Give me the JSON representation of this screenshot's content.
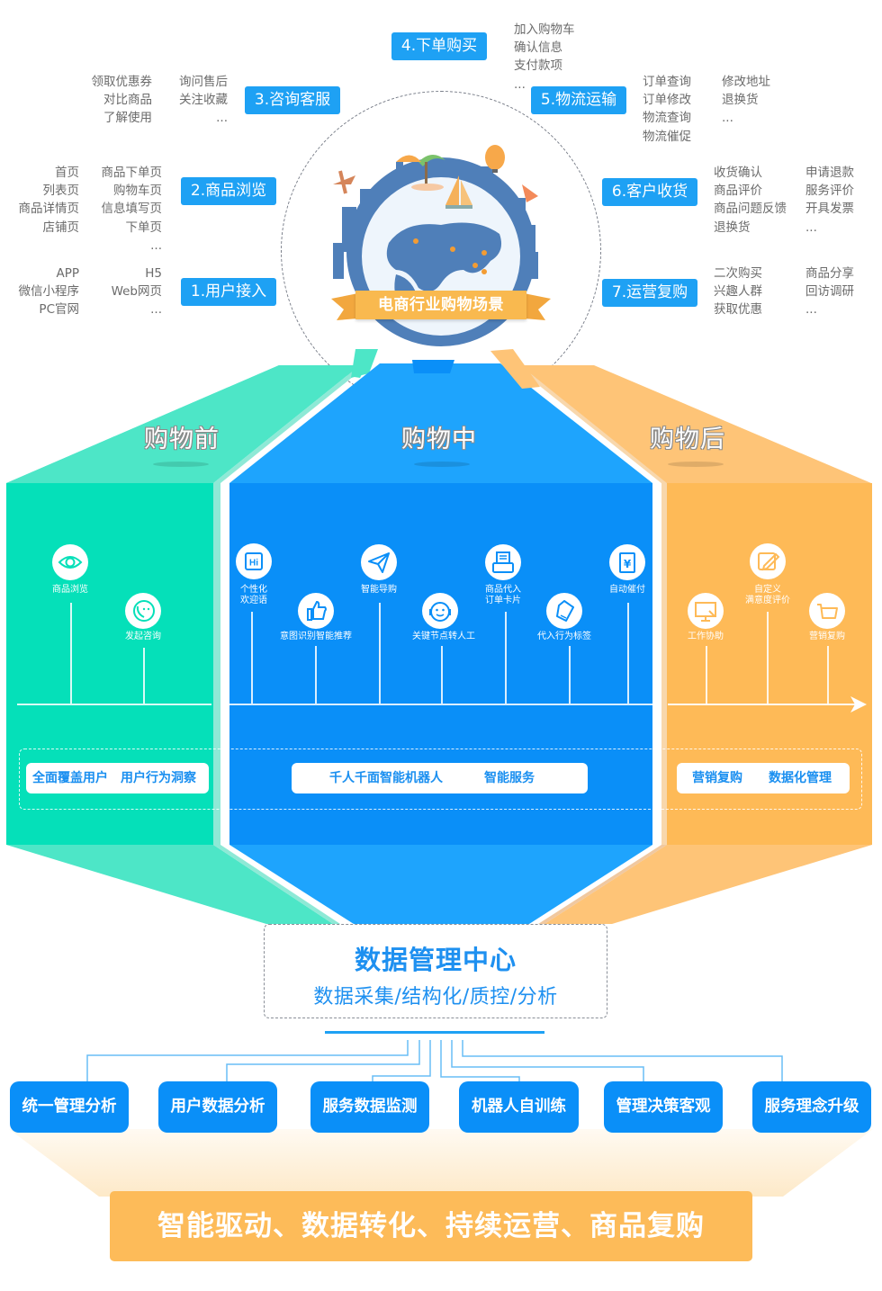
{
  "globe": {
    "banner": "电商行业购物场景"
  },
  "steps": [
    {
      "label": "1.用户接入",
      "col_a": [
        "APP",
        "微信小程序",
        "PC官网"
      ],
      "col_b": [
        "H5",
        "Web网页",
        "..."
      ]
    },
    {
      "label": "2.商品浏览",
      "col_a": [
        "首页",
        "列表页",
        "商品详情页",
        "店铺页"
      ],
      "col_b": [
        "商品下单页",
        "购物车页",
        "信息填写页",
        "下单页",
        "..."
      ]
    },
    {
      "label": "3.咨询客服",
      "col_a": [
        "领取优惠券",
        "对比商品",
        "了解使用"
      ],
      "col_b": [
        "询问售后",
        "关注收藏",
        "..."
      ]
    },
    {
      "label": "4.下单购买",
      "col_a": [
        "加入购物车",
        "确认信息",
        "支付款项",
        "..."
      ]
    },
    {
      "label": "5.物流运输",
      "col_a": [
        "订单查询",
        "订单修改",
        "物流查询",
        "物流催促"
      ],
      "col_b": [
        "修改地址",
        "退换货",
        "..."
      ]
    },
    {
      "label": "6.客户收货",
      "col_a": [
        "收货确认",
        "商品评价",
        "商品问题反馈",
        "退换货"
      ],
      "col_b": [
        "申请退款",
        "服务评价",
        "开具发票",
        "..."
      ]
    },
    {
      "label": "7.运营复购",
      "col_a": [
        "二次购买",
        "兴趣人群",
        "获取优惠"
      ],
      "col_b": [
        "商品分享",
        "回访调研",
        "..."
      ]
    }
  ],
  "sections": [
    {
      "title": "购物前",
      "color": "#05e0b9",
      "nodes": [
        {
          "icon": "eye-icon",
          "label": "商品浏览"
        },
        {
          "icon": "phone-chat-icon",
          "label": "发起咨询"
        }
      ],
      "pill": [
        "全面覆盖用户",
        "用户行为洞察"
      ]
    },
    {
      "title": "购物中",
      "color": "#0a8ff8",
      "nodes": [
        {
          "icon": "hi-icon",
          "label": "个性化\n欢迎语"
        },
        {
          "icon": "thumbs-up-icon",
          "label": "意图识别智能推荐"
        },
        {
          "icon": "paper-plane-icon",
          "label": "智能导购"
        },
        {
          "icon": "headset-face-icon",
          "label": "关键节点转人工"
        },
        {
          "icon": "printer-card-icon",
          "label": "商品代入\n订单卡片"
        },
        {
          "icon": "tag-icon",
          "label": "代入行为标签"
        },
        {
          "icon": "yuan-clipboard-icon",
          "label": "自动催付"
        }
      ],
      "pill": [
        "千人千面智能机器人",
        "智能服务"
      ]
    },
    {
      "title": "购物后",
      "color": "#feba57",
      "nodes": [
        {
          "icon": "monitor-cursor-icon",
          "label": "工作协助"
        },
        {
          "icon": "edit-pencil-icon",
          "label": "自定义\n满意度评价"
        },
        {
          "icon": "cart-icon",
          "label": "营销复购"
        }
      ],
      "pill": [
        "营销复购",
        "数据化管理"
      ]
    }
  ],
  "data_center": {
    "title": "数据管理中心",
    "subtitle": "数据采集/结构化/质控/分析"
  },
  "features": [
    "统一管理分析",
    "用户数据分析",
    "服务数据监测",
    "机器人自训练",
    "管理决策客观",
    "服务理念升级"
  ],
  "slogan": "智能驱动、数据转化、持续运营、商品复购"
}
